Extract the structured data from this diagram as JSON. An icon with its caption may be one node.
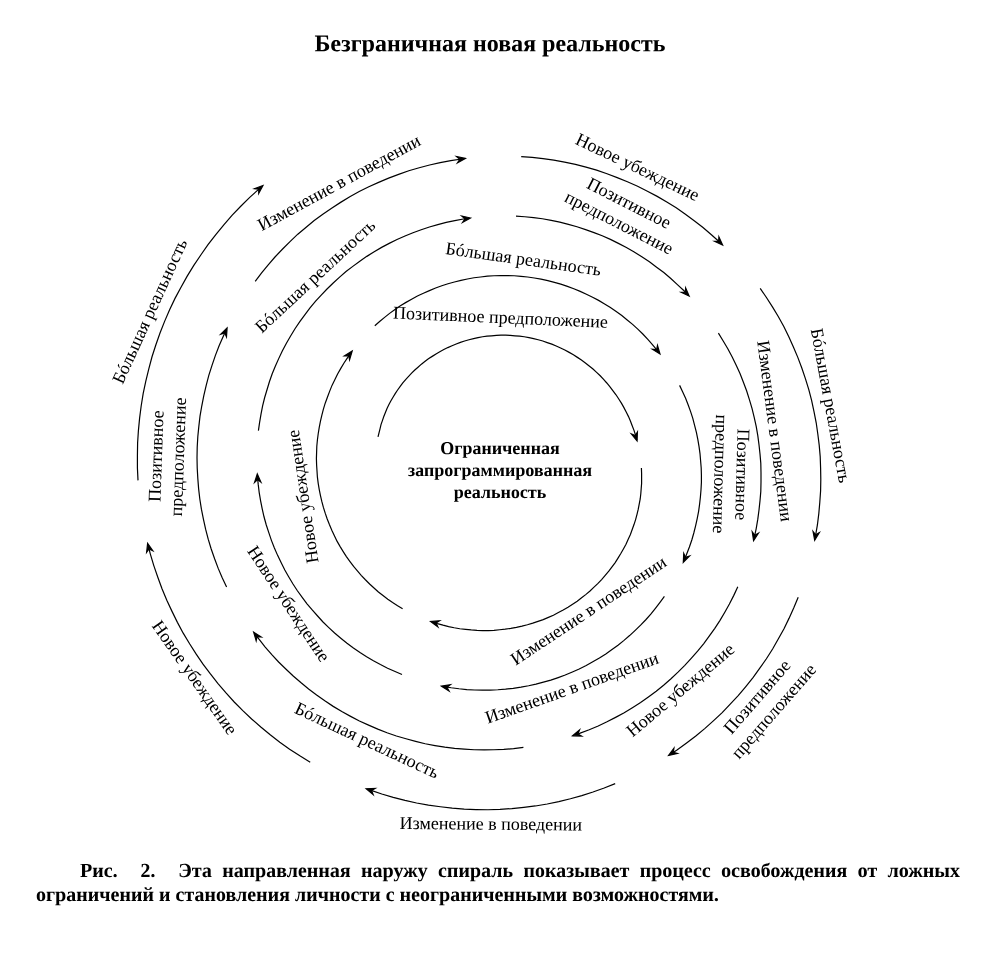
{
  "diagram": {
    "title": "Безграничная новая реальность",
    "caption": "Рис. 2. Эта направленная наружу спираль показывает процесс освобождения от ложных ограничений и становления личности с неограниченными возможностями.",
    "nodes": [
      {
        "text": [
          "Ограниченная запрограммированная реальность"
        ]
      }
    ],
    "labels": [
      "Позитивное предположение",
      "Изменение в поведении",
      "Новое убеждение",
      "Бóльшая реальность",
      "Позитивное предположение",
      "Изменение в поведении",
      "Новое убеждение",
      "Бóльшая реальность",
      "Позитивное предположение",
      "Изменение в поведении",
      "Новое убеждение",
      "Бóльшая реальность",
      "Позитивное предположение",
      "Изменение в поведении",
      "Новое убеждение",
      "Бóльшая реальность",
      "Позитивное предположение",
      "Изменение в поведении",
      "Новое убеждение",
      "Бóльшая реальность"
    ]
  }
}
